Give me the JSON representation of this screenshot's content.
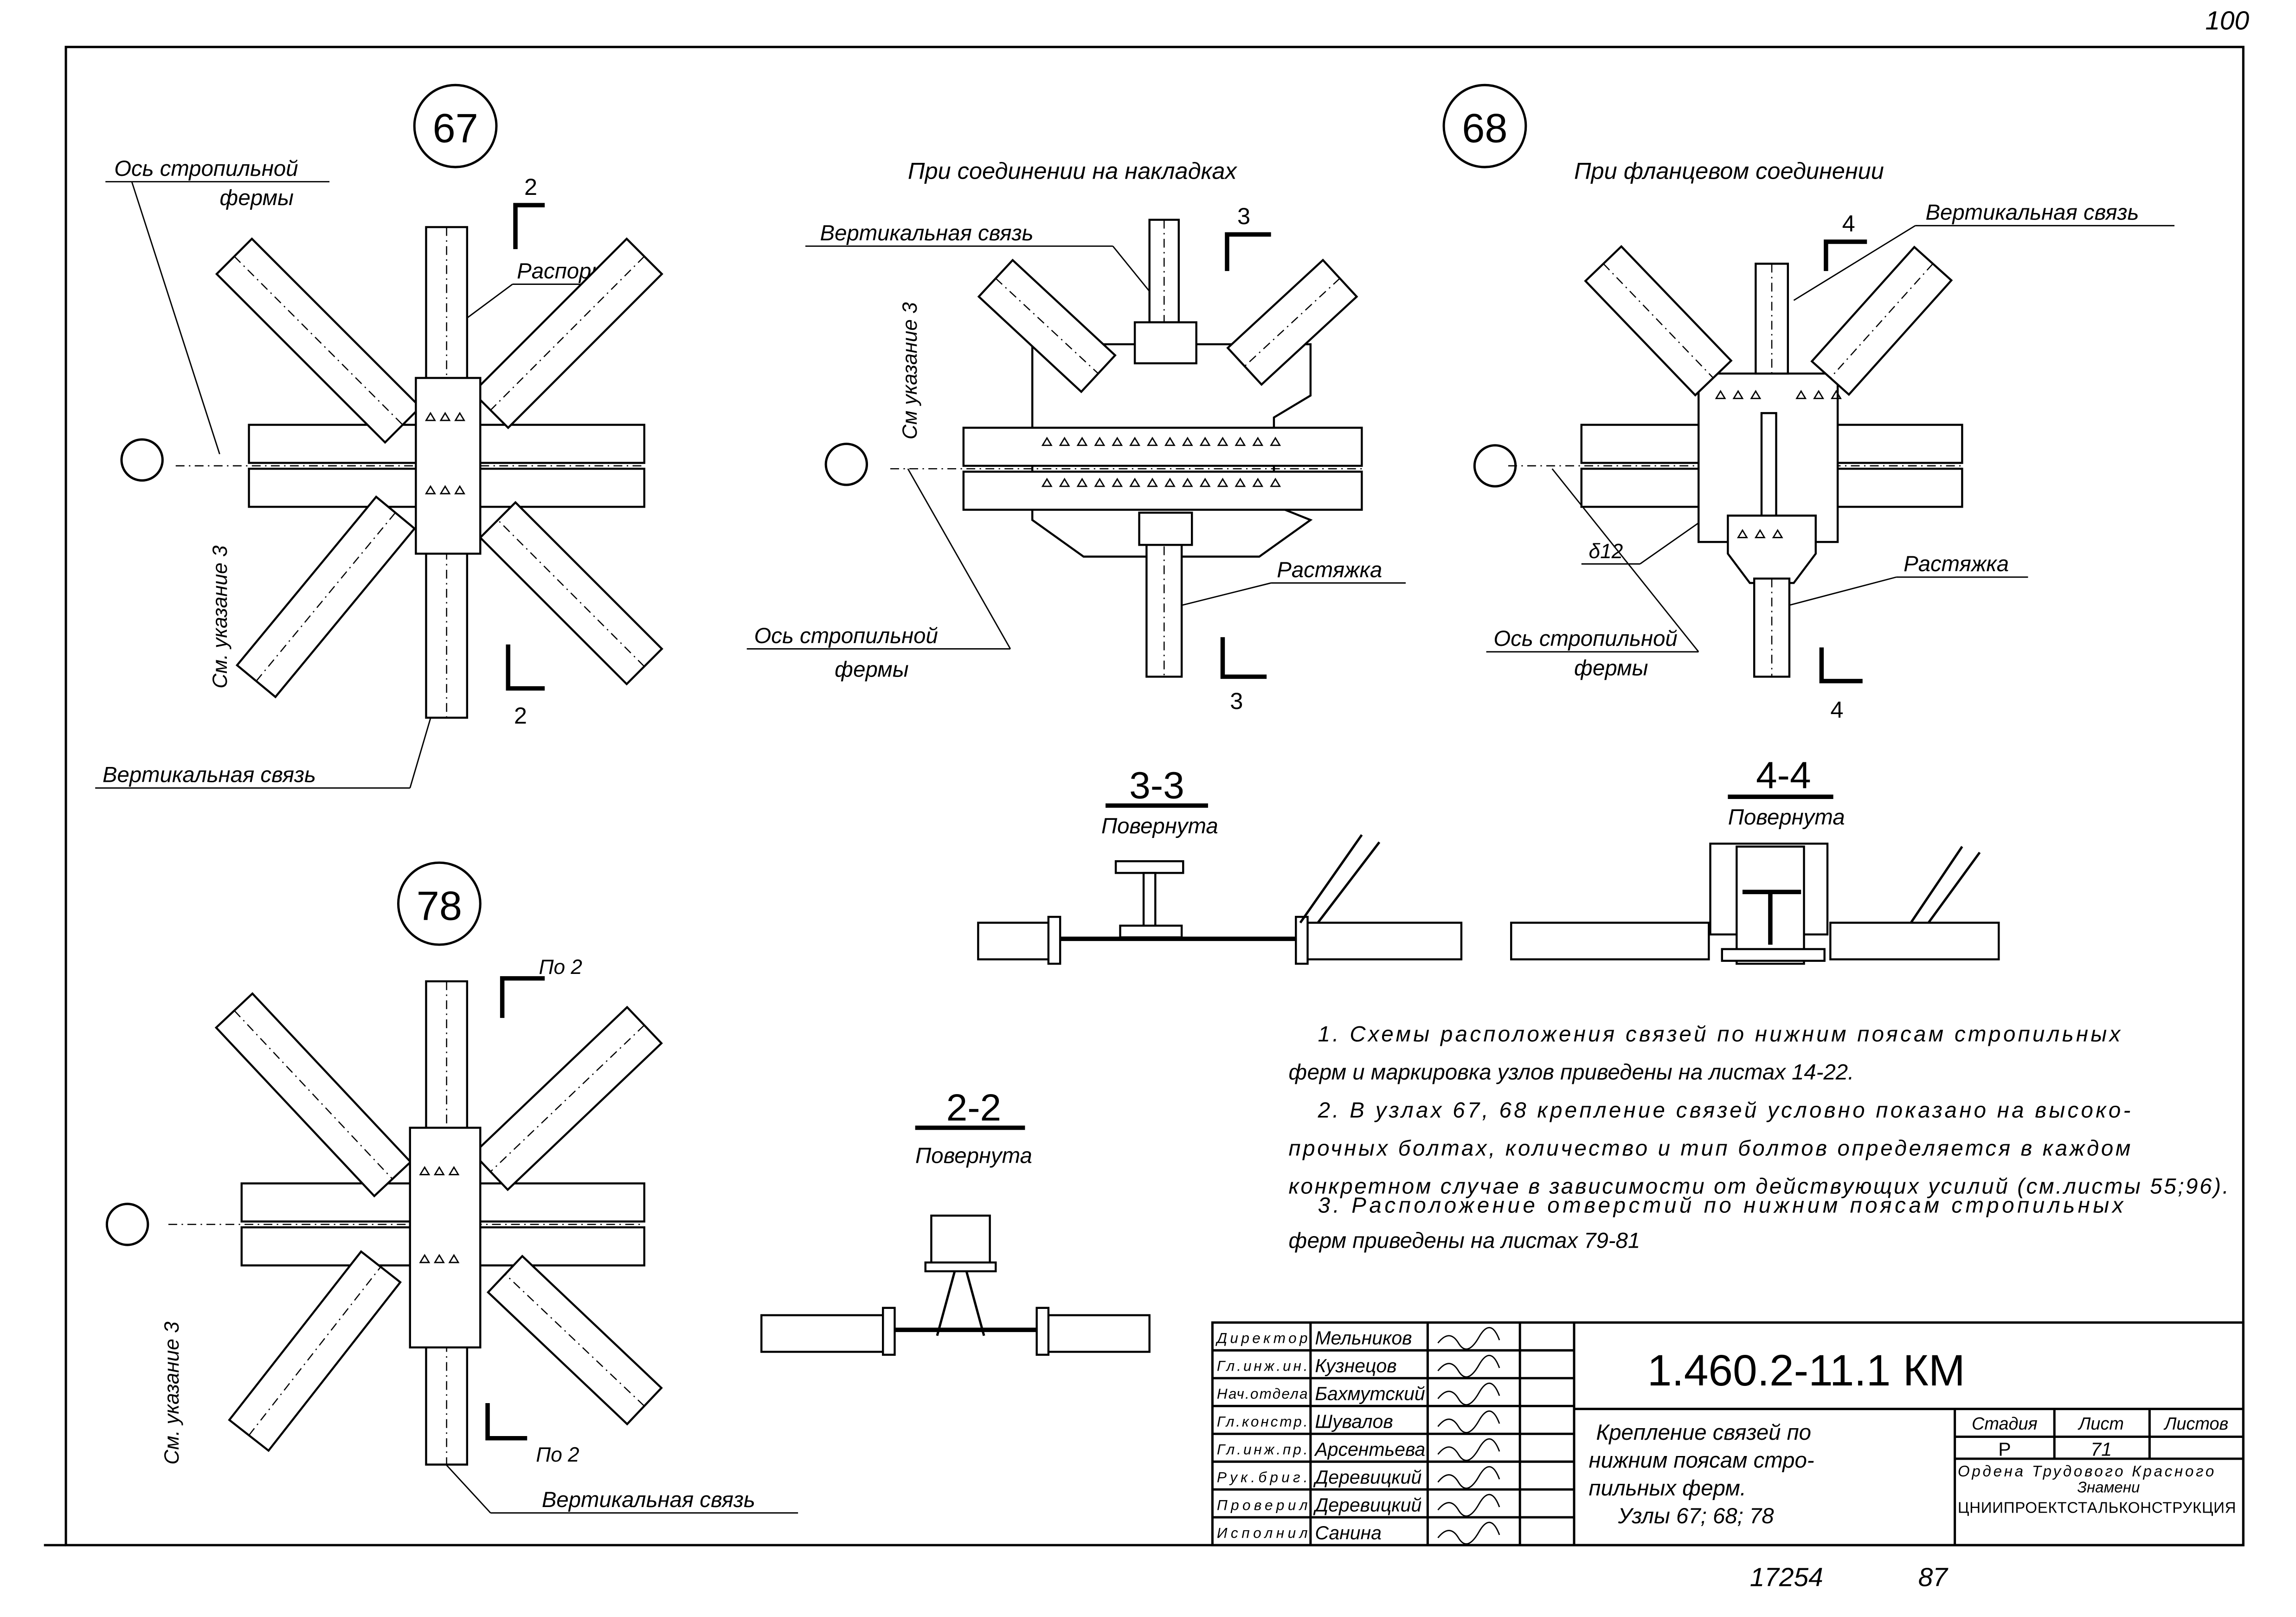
{
  "sheet": {
    "corner_number": "100",
    "stamp_numbers": [
      "17254",
      "87"
    ]
  },
  "node67": {
    "number": "67",
    "truss_axis_label": [
      "Ось стропильной",
      "фермы"
    ],
    "strut_label": "Распорка",
    "section_mark": "2",
    "see_note": "См. указание 3",
    "vertical_brace_label": "Вертикальная связь"
  },
  "splice_detail": {
    "caption": "При соединении на накладках",
    "vertical_brace_label": "Вертикальная связь",
    "section_mark": "3",
    "see_note": "См указание 3",
    "tie_label": "Растяжка",
    "truss_axis_label": [
      "Ось стропильной",
      "фермы"
    ]
  },
  "node68": {
    "number": "68",
    "caption": "При фланцевом соединении",
    "vertical_brace_label": "Вертикальная связь",
    "section_mark": "4",
    "thickness_label": "δ12",
    "tie_label": "Растяжка",
    "truss_axis_label": [
      "Ось стропильной",
      "фермы"
    ]
  },
  "sections": {
    "s33": {
      "title": "3-3",
      "subtitle": "Повернута"
    },
    "s44": {
      "title": "4-4",
      "subtitle": "Повернута"
    },
    "s22": {
      "title": "2-2",
      "subtitle": "Повернута"
    }
  },
  "node78": {
    "number": "78",
    "section_mark": "По 2",
    "see_note": "См. указание 3",
    "vertical_brace_label": "Вертикальная связь"
  },
  "notes": [
    "1.  Схемы расположения связей по нижним поясам стропильных",
    "ферм и маркировка узлов приведены на листах 14-22.",
    "2.  В узлах 67, 68 крепление связей условно показано на высоко-",
    "прочных болтах, количество и тип болтов определяется в каждом",
    "конкретном случае в зависимости от действующих усилий (см.листы 55;96).",
    "3.  Расположение отверстий по нижним поясам стропильных",
    "ферм приведены на листах 79-81"
  ],
  "title_block": {
    "signatures": [
      {
        "role": "Директор",
        "name": "Мельников"
      },
      {
        "role": "Гл.инж.ин.",
        "name": "Кузнецов"
      },
      {
        "role": "Нач.отдела",
        "name": "Бахмутский"
      },
      {
        "role": "Гл.констр.",
        "name": "Шувалов"
      },
      {
        "role": "Гл.инж.пр.",
        "name": "Арсентьева"
      },
      {
        "role": "Рук.бриг.",
        "name": "Деревицкий"
      },
      {
        "role": "Проверил",
        "name": "Деревицкий"
      },
      {
        "role": "Исполнил",
        "name": "Санина"
      }
    ],
    "code": "1.460.2-11.1 КМ",
    "title_lines": [
      "Крепление связей по",
      "нижним поясам стро-",
      "пильных ферм.",
      "Узлы 67; 68; 78"
    ],
    "stage_header": "Стадия",
    "sheet_header": "Лист",
    "sheets_header": "Листов",
    "stage": "Р",
    "sheet": "71",
    "sheets": "",
    "organization": [
      "Ордена Трудового Красного",
      "Знамени",
      "ЦНИИПРОЕКТСТАЛЬКОНСТРУКЦИЯ"
    ]
  }
}
